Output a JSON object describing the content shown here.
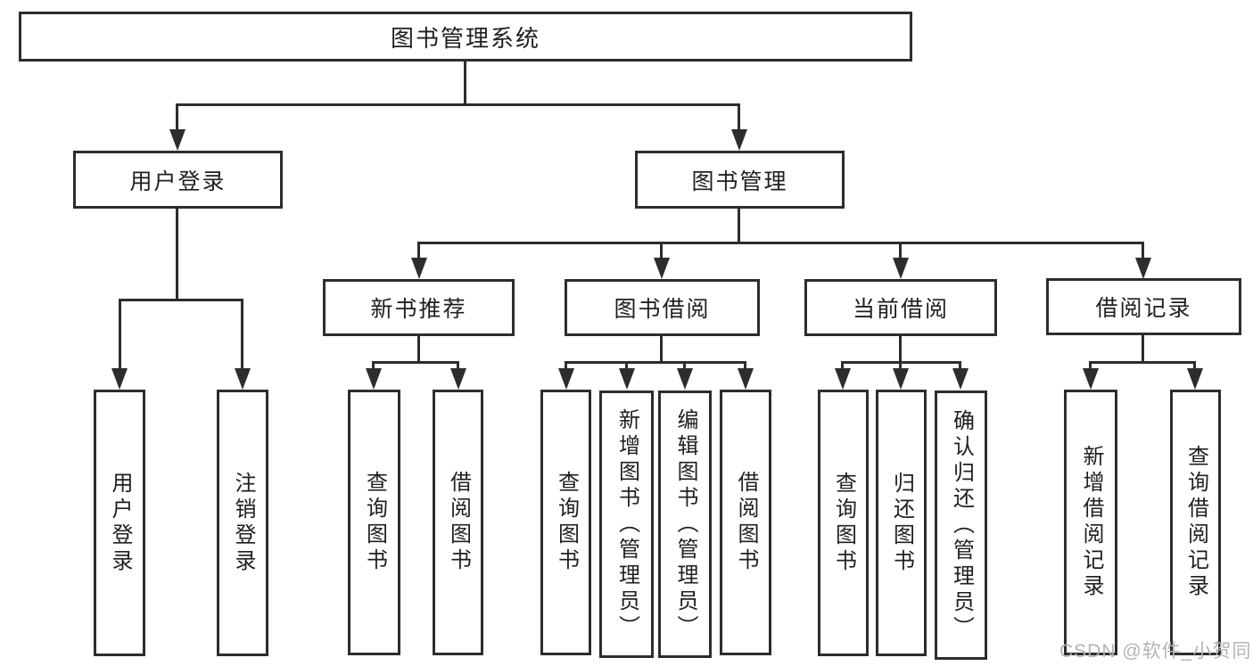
{
  "colors": {
    "line": "#2d2d2d",
    "text": "#1f1f1f",
    "watermark": "#b3b3b3",
    "background": "#ffffff"
  },
  "watermark": "CSDN @软件_小贺同学",
  "nodes": {
    "root": "图书管理系统",
    "level2": [
      "用户登录",
      "图书管理"
    ],
    "level3": [
      "新书推荐",
      "图书借阅",
      "当前借阅",
      "借阅记录"
    ],
    "leaves": [
      "用户登录",
      "注销登录",
      "查询图书",
      "借阅图书",
      "查询图书",
      "新增图书（管理员）",
      "编辑图书（管理员）",
      "借阅图书",
      "查询图书",
      "归还图书",
      "确认归还（管理员）",
      "新增借阅记录",
      "查询借阅记录"
    ]
  }
}
